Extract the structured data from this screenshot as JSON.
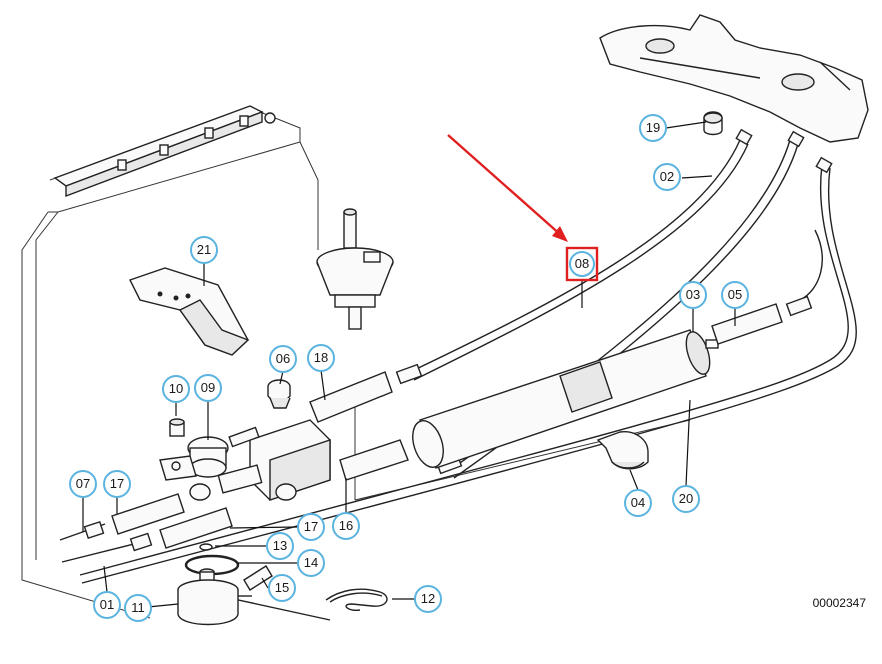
{
  "document_number": "00002347",
  "highlight_color": "#e02020",
  "callout_color": "#5bb4e0",
  "callouts": {
    "c01": "01",
    "c02": "02",
    "c03": "03",
    "c04": "04",
    "c05": "05",
    "c06": "06",
    "c07": "07",
    "c08": "08",
    "c09": "09",
    "c10": "10",
    "c11": "11",
    "c12": "12",
    "c13": "13",
    "c14": "14",
    "c15": "15",
    "c16": "16",
    "c17a": "17",
    "c17b": "17",
    "c18": "18",
    "c19": "19",
    "c20": "20",
    "c21": "21"
  }
}
